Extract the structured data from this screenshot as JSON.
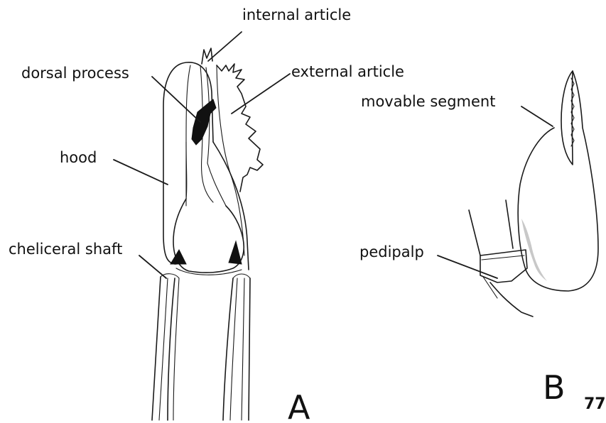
{
  "labels": {
    "internal_article": "internal article",
    "dorsal_process": "dorsal process",
    "external_article": "external article",
    "hood": "hood",
    "cheliceral_shaft": "cheliceral shaft",
    "movable_segment": "movable segment",
    "pedipalp": "pedipalp"
  },
  "panels": {
    "a": "A",
    "b": "B"
  },
  "figure_number": "77"
}
